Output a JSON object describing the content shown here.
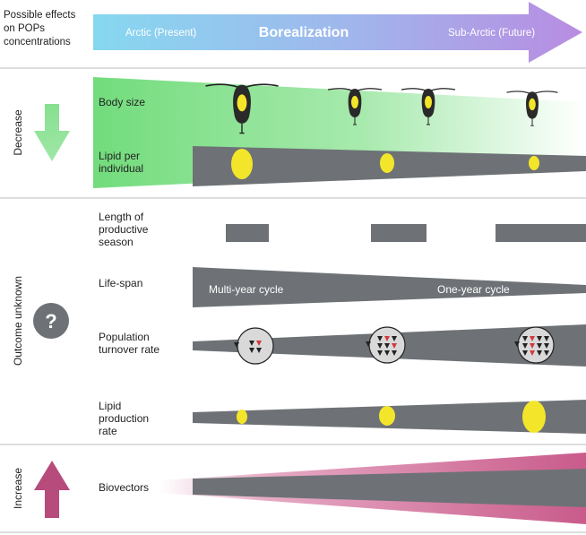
{
  "header": {
    "left_label": "Possible effects on POPs concentrations",
    "left_label_lines": [
      "Possible effects",
      "on POPs",
      "concentrations"
    ],
    "arrow_title": "Borealization",
    "arrow_left": "Arctic (Present)",
    "arrow_right": "Sub-Arctic (Future)"
  },
  "sections": {
    "decrease": "Decrease",
    "unknown": "Outcome unknown",
    "increase": "Increase",
    "unknown_symbol": "?"
  },
  "rows": {
    "body_size": "Body size",
    "lipid_per_individual": [
      "Lipid per",
      "individual"
    ],
    "length_productive_season": [
      "Length of",
      "productive",
      "season"
    ],
    "life_span": "Life-span",
    "multi_year": "Multi-year cycle",
    "one_year": "One-year cycle",
    "population_turnover": [
      "Population",
      "turnover rate"
    ],
    "lipid_production": [
      "Lipid",
      "production",
      "rate"
    ],
    "biovectors": "Biovectors"
  },
  "colors": {
    "arrow_left": "#7fd3ee",
    "arrow_right": "#b48be0",
    "green": "#77dd7f",
    "green_arrow": "#8fe39a",
    "grey_bar": "#6e7276",
    "lipid_yellow": "#f3e62a",
    "pink": "#c85d8c",
    "pink_arrow": "#b64b7c",
    "question_circle": "#6e7276"
  },
  "icons": {
    "copepod": "copepod-icon",
    "cycle": "cycle-icon",
    "question": "question-icon"
  }
}
